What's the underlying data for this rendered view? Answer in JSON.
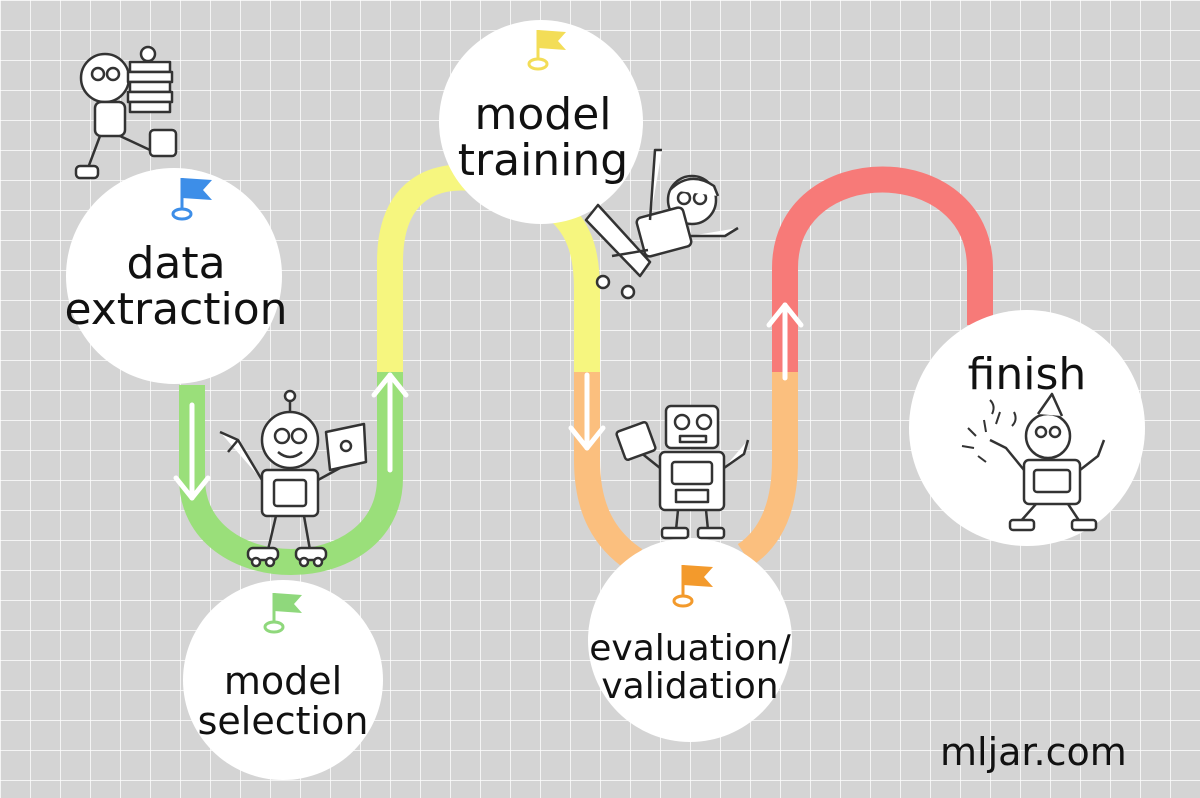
{
  "stages": [
    {
      "id": "data-extraction",
      "lines": [
        "data",
        "extraction"
      ],
      "flag_color": "#3d8ee8"
    },
    {
      "id": "model-selection",
      "lines": [
        "model",
        "selection"
      ],
      "flag_color": "#8fd87c"
    },
    {
      "id": "model-training",
      "lines": [
        "model",
        "training"
      ],
      "flag_color": "#f3dd57"
    },
    {
      "id": "evaluation-validation",
      "lines": [
        "evaluation/",
        "validation"
      ],
      "flag_color": "#f39a2c"
    },
    {
      "id": "finish",
      "lines": [
        "finish"
      ],
      "flag_color": ""
    }
  ],
  "path_colors": {
    "green": "#9adf7a",
    "yellow": "#f6f67f",
    "orange": "#fbbf7e",
    "red": "#f77a78"
  },
  "brand": "mljar.com",
  "icons": [
    "robot-carrying-books-icon",
    "robot-with-laptop-icon",
    "robot-on-skateboard-icon",
    "robot-with-toolbox-icon",
    "robot-celebrating-icon",
    "flag-icon",
    "arrow-down-icon",
    "arrow-up-icon"
  ]
}
